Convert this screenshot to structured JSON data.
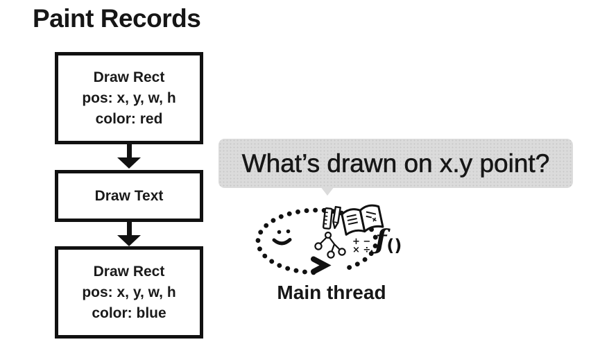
{
  "title": "Paint Records",
  "flow": {
    "boxes": [
      {
        "lines": [
          "Draw Rect",
          "pos: x, y, w, h",
          "color: red"
        ]
      },
      {
        "lines": [
          "Draw Text"
        ]
      },
      {
        "lines": [
          "Draw Rect",
          "pos: x, y, w, h",
          "color: blue"
        ]
      }
    ]
  },
  "bubble": {
    "text": "What’s drawn on x.y point?"
  },
  "main_thread": {
    "label": "Main thread",
    "math_row1": "+ −",
    "math_row2": "× ÷",
    "function_symbol": "ƒ",
    "function_parens": "()"
  },
  "colors": {
    "ink": "#111111",
    "bubble_bg": "#dbdbdb",
    "background": "#ffffff"
  }
}
